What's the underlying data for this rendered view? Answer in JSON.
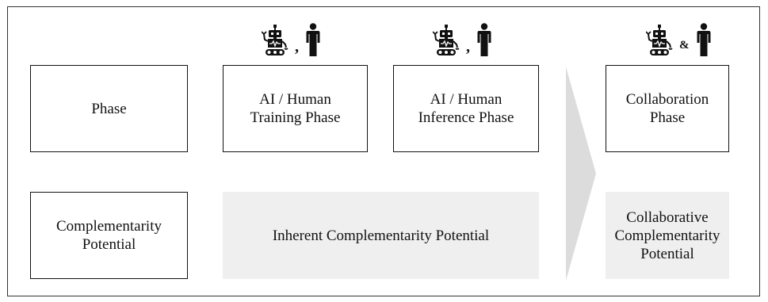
{
  "rows": {
    "phase_label": "Phase",
    "potential_label": "Complementarity\nPotential"
  },
  "phases": {
    "training": "AI / Human\nTraining Phase",
    "inference": "AI / Human\nInference Phase",
    "collaboration": "Collaboration\nPhase"
  },
  "potentials": {
    "inherent": "Inherent Complementarity Potential",
    "collaborative": "Collaborative\nComplementarity\nPotential"
  },
  "icon_groups": [
    {
      "icons": [
        "robot-icon",
        "person-icon"
      ],
      "separator": ","
    },
    {
      "icons": [
        "robot-icon",
        "person-icon"
      ],
      "separator": ","
    },
    {
      "icons": [
        "robot-icon",
        "person-icon"
      ],
      "separator": "&"
    }
  ],
  "colors": {
    "shade": "#efefef",
    "chevron": "#dcdcdc",
    "border": "#111111"
  }
}
